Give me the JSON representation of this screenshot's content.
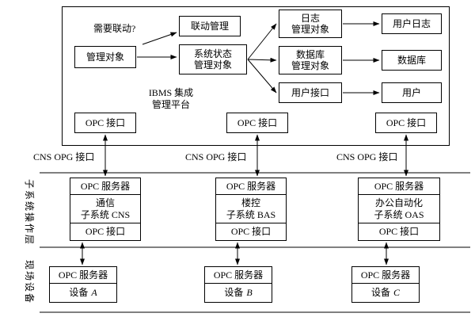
{
  "diagram": {
    "platform": {
      "title_line1": "IBMS 集成",
      "title_line2": "管理平台",
      "linkage_mgmt": "联动管理",
      "need_linkage": "需要联动?",
      "mgmt_object": "管理对象",
      "sys_status": {
        "line1": "系统状态",
        "line2": "管理对象"
      },
      "log_mgmt": {
        "line1": "日志",
        "line2": "管理对象"
      },
      "db_mgmt": {
        "line1": "数据库",
        "line2": "管理对象"
      },
      "user_interface": "用户接口",
      "user_log": "用户日志",
      "database": "数据库",
      "user": "用户"
    },
    "opc_interface": "OPC 接口",
    "opc_server": "OPC 服务器",
    "bus_label": "CNS OPG 接口",
    "subsystem_layer_label": "子系统操作层",
    "field_layer_label": "现场设备",
    "subsystems": [
      {
        "line1": "通信",
        "line2": "子系统 CNS"
      },
      {
        "line1": "楼控",
        "line2": "子系统 BAS"
      },
      {
        "line1": "办公自动化",
        "line2": "子系统 OAS"
      }
    ],
    "devices": [
      {
        "prefix": "设备",
        "letter": "A"
      },
      {
        "prefix": "设备",
        "letter": "B"
      },
      {
        "prefix": "设备",
        "letter": "C"
      }
    ]
  }
}
